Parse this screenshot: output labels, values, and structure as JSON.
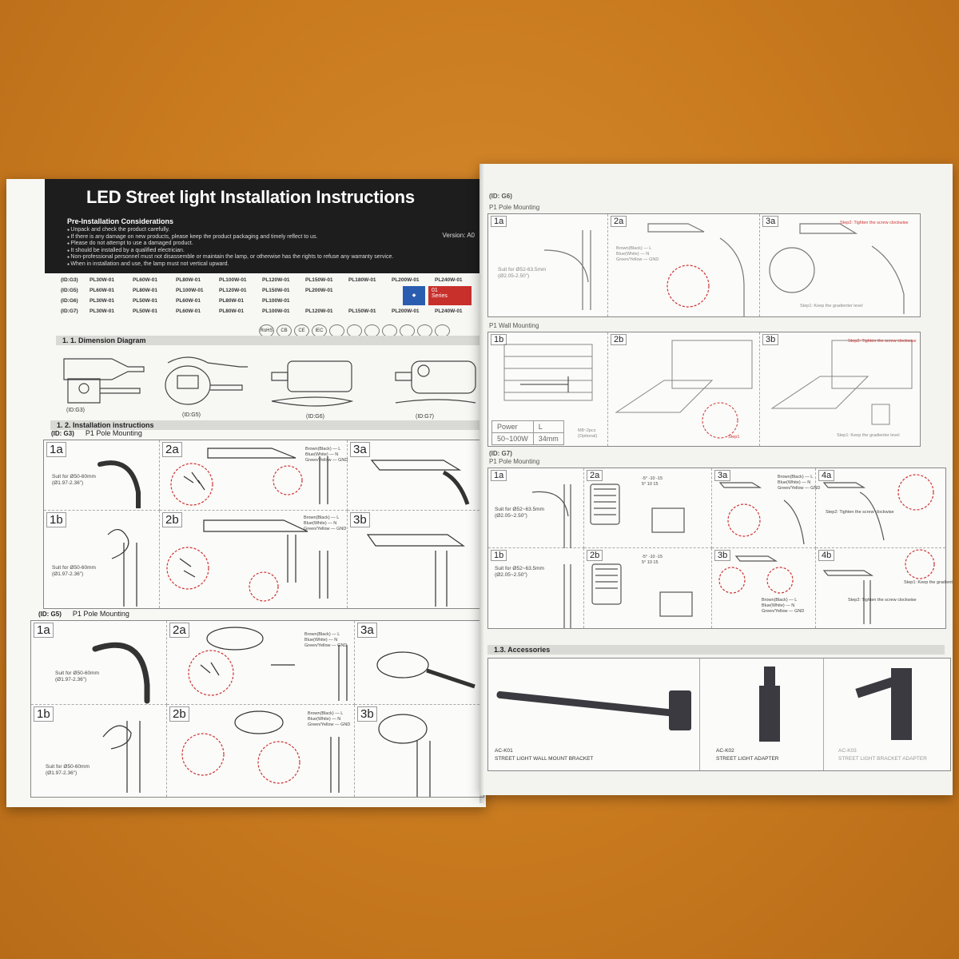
{
  "left": {
    "title": "LED Street light Installation Instructions",
    "pre_title": "Pre-Installation Considerations",
    "considerations": [
      "Unpack and check the product carefully.",
      "If there is any damage on new products, please keep the product packaging and timely reflect to us.",
      "Please do not attempt to use a damaged product.",
      "It should be installed by a qualified electrician.",
      "Non-professional personnel must not disassemble or maintain the lamp, or otherwise has the rights to refuse any warranty service.",
      "When in installation and use, the lamp must not vertical upward."
    ],
    "version": "Version: A0",
    "models": [
      {
        "id": "(ID:G3)",
        "items": [
          "PL30W-01",
          "PL60W-01",
          "PL80W-01",
          "PL100W-01",
          "PL120W-01",
          "PL150W-01",
          "PL180W-01",
          "PL200W-01",
          "PL240W-01"
        ]
      },
      {
        "id": "(ID:G5)",
        "items": [
          "PL60W-01",
          "PL80W-01",
          "PL100W-01",
          "PL120W-01",
          "PL150W-01",
          "PL200W-01"
        ]
      },
      {
        "id": "(ID:G6)",
        "items": [
          "PL30W-01",
          "PL50W-01",
          "PL60W-01",
          "PL80W-01",
          "PL100W-01"
        ]
      },
      {
        "id": "(ID:G7)",
        "items": [
          "PL30W-01",
          "PL50W-01",
          "PL60W-01",
          "PL80W-01",
          "PL100W-01",
          "PL120W-01",
          "PL150W-01",
          "PL200W-01",
          "PL240W-01"
        ]
      }
    ],
    "series_label": "01\nSeries",
    "certifications": [
      "RoHS",
      "CB",
      "CE",
      "IEC",
      "",
      "",
      "",
      "",
      "",
      "",
      ""
    ],
    "dimension_heading": "1. 1. Dimension Diagram",
    "dimension_ids": [
      "(ID:G3)",
      "(ID:G5)",
      "(ID:G6)",
      "(ID:G7)"
    ],
    "install_heading": "1. 2. Installation instructions",
    "g3": {
      "id": "(ID: G3)",
      "mount": "P1 Pole Mounting"
    },
    "g5": {
      "id": "(ID: G5)",
      "mount": "P1 Pole Mounting"
    },
    "steps": [
      "1a",
      "2a",
      "3a",
      "1b",
      "2b",
      "3b"
    ],
    "suit_text": "Suit for Ø50-60mm\n(Ø1.97-2.36\")",
    "wiring": "Brown(Black) — L\nBlue(White) — N\nGreen/Yellow — GND"
  },
  "right": {
    "g6_id": "(ID: G6)",
    "g6_pole": "P1 Pole Mounting",
    "g6_wall": "P1 Wall Mounting",
    "g6_steps_top": [
      "1a",
      "2a",
      "3a"
    ],
    "g6_steps_bottom": [
      "1b",
      "2b",
      "3b"
    ],
    "g6_suit": "Suit for Ø52-63.5mm\n(Ø2.05-2.50\")",
    "tighten": "Step2: Tighten the screw clockwise",
    "level": "Step1: Keep the gradienter level",
    "power_table": {
      "power": "Power",
      "l": "L",
      "range": "50~100W",
      "length": "34mm"
    },
    "bolt": "M8~2pcs\n(Optional)",
    "step1": "Step1",
    "g7_id": "(ID: G7)",
    "g7_pole": "P1 Pole Mounting",
    "g7_steps_top": [
      "1a",
      "2a",
      "3a",
      "4a"
    ],
    "g7_steps_bottom": [
      "1b",
      "2b",
      "3b",
      "4b"
    ],
    "g7_suit": "Suit for Ø52~63.5mm\n(Ø2.05~2.50\")",
    "angles": "-5° -10 -15\n5° 10 15",
    "accessories_heading": "1.3. Accessories",
    "accessories": [
      {
        "code": "AC-K01",
        "name": "STREET LIGHT WALL MOUNT BRACKET"
      },
      {
        "code": "AC-K02",
        "name": "STREET LIGHT ADAPTER"
      },
      {
        "code": "AC-K03",
        "name": "STREET LIGHT BRACKET ADAPTER"
      }
    ]
  },
  "colors": {
    "background": "#c97a1f",
    "header": "#1d1d1d",
    "series_red": "#c8302c",
    "series_blue": "#2a5db0"
  }
}
